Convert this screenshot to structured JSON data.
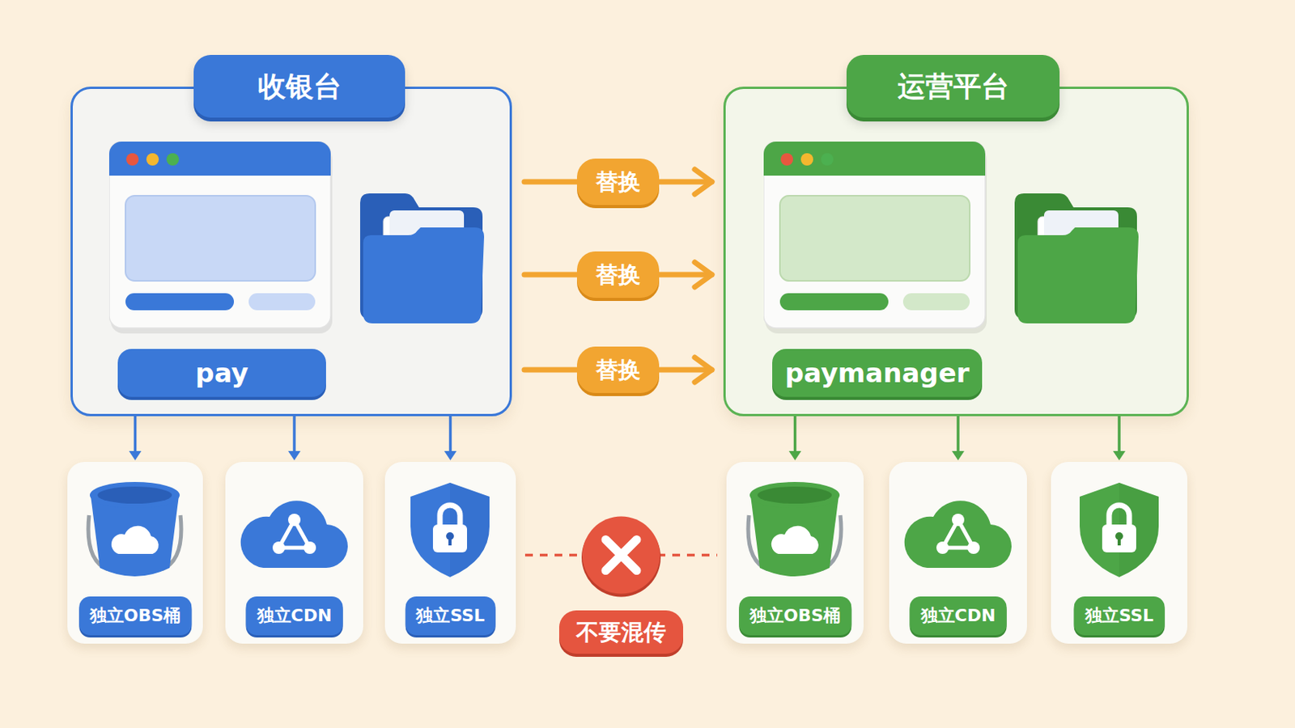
{
  "diagram": {
    "nodes": [
      {
        "text": [
          "收银台"
        ]
      },
      {
        "text": [
          "pay"
        ],
        "in": 0
      },
      {
        "text": [
          "运营平台"
        ]
      },
      {
        "text": [
          "paymanager"
        ],
        "in": 2
      },
      {
        "text": [
          "独立OBS桶"
        ]
      },
      {
        "text": [
          "独立CDN"
        ]
      },
      {
        "text": [
          "独立SSL"
        ]
      },
      {
        "text": [
          "独立OBS桶"
        ]
      },
      {
        "text": [
          "独立CDN"
        ]
      },
      {
        "text": [
          "独立SSL"
        ]
      }
    ],
    "edges": [
      {
        "from": 0,
        "to": 2,
        "arrow": "to",
        "label": "替换"
      },
      {
        "from": 0,
        "to": 2,
        "arrow": "to",
        "label": "替换"
      },
      {
        "from": 0,
        "to": 2,
        "arrow": "to",
        "label": "替换"
      },
      {
        "from": 0,
        "to": 4,
        "arrow": "to"
      },
      {
        "from": 0,
        "to": 5,
        "arrow": "to"
      },
      {
        "from": 0,
        "to": 6,
        "arrow": "to"
      },
      {
        "from": 2,
        "to": 7,
        "arrow": "to"
      },
      {
        "from": 2,
        "to": 8,
        "arrow": "to"
      },
      {
        "from": 2,
        "to": 9,
        "arrow": "to"
      },
      {
        "from": 6,
        "to": 7,
        "arrow": "none",
        "label": "不要混传"
      }
    ]
  }
}
